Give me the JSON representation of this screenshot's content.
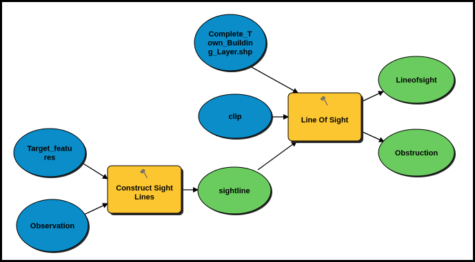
{
  "diagram": {
    "colors": {
      "input": "#0a8dc8",
      "tool": "#fcc631",
      "output": "#6acc5f",
      "border": "#000000",
      "edge": "#000000"
    },
    "nodes": [
      {
        "id": "complete-town",
        "kind": "input",
        "lines": [
          "Complete_T",
          "own_Buildin",
          "g_Layer.shp"
        ]
      },
      {
        "id": "clip",
        "kind": "input",
        "lines": [
          "clip"
        ]
      },
      {
        "id": "target-features",
        "kind": "input",
        "lines": [
          "Target_featu",
          "res"
        ]
      },
      {
        "id": "observation",
        "kind": "input",
        "lines": [
          "Observation"
        ]
      },
      {
        "id": "construct-sight-lines",
        "kind": "tool",
        "icon": "hammer-icon",
        "lines": [
          "Construct Sight",
          "Lines"
        ]
      },
      {
        "id": "line-of-sight",
        "kind": "tool",
        "icon": "hammer-icon",
        "lines": [
          "Line Of Sight"
        ]
      },
      {
        "id": "sightline",
        "kind": "output",
        "lines": [
          "sightline"
        ]
      },
      {
        "id": "lineofsight",
        "kind": "output",
        "lines": [
          "Lineofsight"
        ]
      },
      {
        "id": "obstruction",
        "kind": "output",
        "lines": [
          "Obstruction"
        ]
      }
    ],
    "edges": [
      {
        "from": "target-features",
        "to": "construct-sight-lines"
      },
      {
        "from": "observation",
        "to": "construct-sight-lines"
      },
      {
        "from": "construct-sight-lines",
        "to": "sightline"
      },
      {
        "from": "sightline",
        "to": "line-of-sight"
      },
      {
        "from": "complete-town",
        "to": "line-of-sight"
      },
      {
        "from": "clip",
        "to": "line-of-sight"
      },
      {
        "from": "line-of-sight",
        "to": "lineofsight"
      },
      {
        "from": "line-of-sight",
        "to": "obstruction"
      }
    ]
  }
}
